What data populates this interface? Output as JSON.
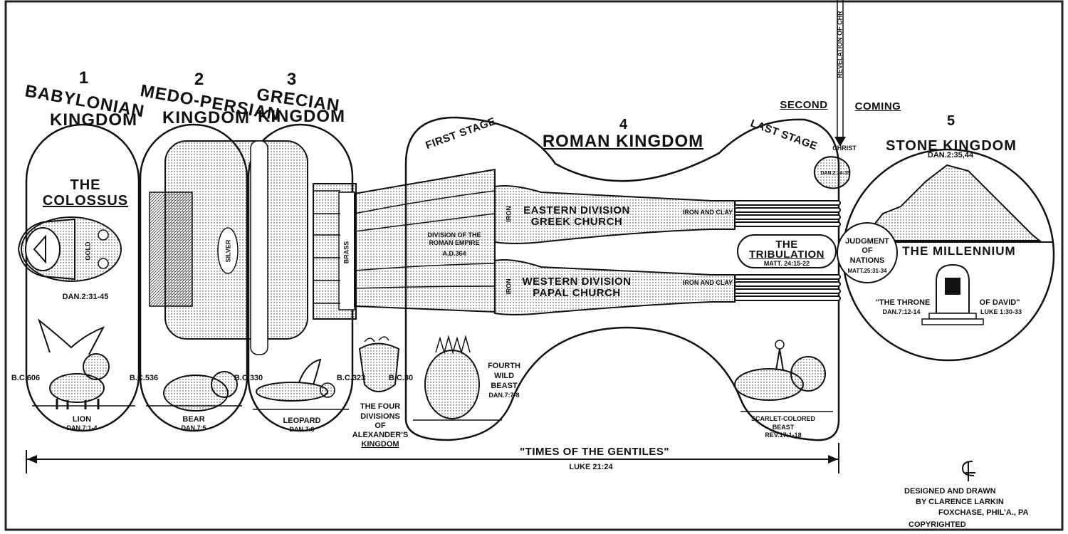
{
  "kingdoms": {
    "babylon": {
      "num": "1",
      "line1": "BABYLONIAN",
      "line2": "KINGDOM"
    },
    "medo": {
      "num": "2",
      "line1": "MEDO-PERSIAN",
      "line2": "KINGDOM"
    },
    "grecian": {
      "num": "3",
      "line1": "GRECIAN",
      "line2": "KINGDOM"
    },
    "roman": {
      "num": "4",
      "title": "ROMAN KINGDOM",
      "first_stage": "FIRST STAGE",
      "last_stage": "LAST STAGE"
    },
    "stone": {
      "num": "5",
      "title": "STONE KINGDOM",
      "ref": "DAN.2:35,44"
    }
  },
  "colossus": {
    "line1": "THE",
    "line2": "COLOSSUS",
    "ref": "DAN.2:31-45"
  },
  "metals": {
    "gold": "GOLD",
    "silver": "SILVER",
    "brass": "BRASS",
    "iron1": "IRON",
    "iron2": "IRON",
    "ironclay1": "IRON AND CLAY",
    "ironclay2": "IRON AND CLAY"
  },
  "divisions": {
    "eastern1": "EASTERN DIVISION",
    "eastern2": "GREEK CHURCH",
    "western1": "WESTERN DIVISION",
    "western2": "PAPAL CHURCH",
    "split1": "DIVISION OF THE",
    "split2": "ROMAN EMPIRE",
    "split3": "A.D.364"
  },
  "second_coming": {
    "left": "SECOND",
    "right": "COMING",
    "revelation": "REVELATION OF CHR",
    "christ": "CHRIST",
    "stone_ref": "DAN.2:34-35"
  },
  "tribulation": {
    "line1": "THE",
    "line2": "TRIBULATION",
    "ref": "MATT. 24:15-22"
  },
  "judgment": {
    "line1": "JUDGMENT",
    "line2": "OF",
    "line3": "NATIONS",
    "ref": "MATT.25:31-34"
  },
  "millennium": {
    "title": "THE MILLENNIUM",
    "throne_left": "\"THE THRONE",
    "throne_right": "OF DAVID\"",
    "ref_left": "DAN.7:12-14",
    "ref_right": "LUKE 1:30-33"
  },
  "beasts": {
    "lion": {
      "name": "LION",
      "ref": "DAN.7:1-4"
    },
    "bear": {
      "name": "BEAR",
      "ref": "DAN.7:5"
    },
    "leopard": {
      "name": "LEOPARD",
      "ref": "DAN.7:6"
    },
    "four_divisions": [
      "THE FOUR",
      "DIVISIONS",
      "OF",
      "ALEXANDER'S",
      "KINGDOM"
    ],
    "fourth": [
      "FOURTH",
      "WILD",
      "BEAST",
      "DAN.7:7-8"
    ],
    "scarlet": {
      "line1": "SCARLET-COLORED",
      "line2": "BEAST",
      "ref": "REV.17:1-18"
    }
  },
  "dates": {
    "bc606": "B.C.606",
    "bc536": "B.C.536",
    "bc330": "B.C.330",
    "bc323": "B.C.323",
    "bc30": "B.C.30"
  },
  "gentiles": {
    "title": "\"TIMES OF THE GENTILES\"",
    "ref": "LUKE 21:24"
  },
  "credit": {
    "line1": "DESIGNED AND DRAWN",
    "line2": "BY CLARENCE LARKIN",
    "line3": "FOXCHASE, PHIL'A., PA",
    "line4": "COPYRIGHTED"
  }
}
